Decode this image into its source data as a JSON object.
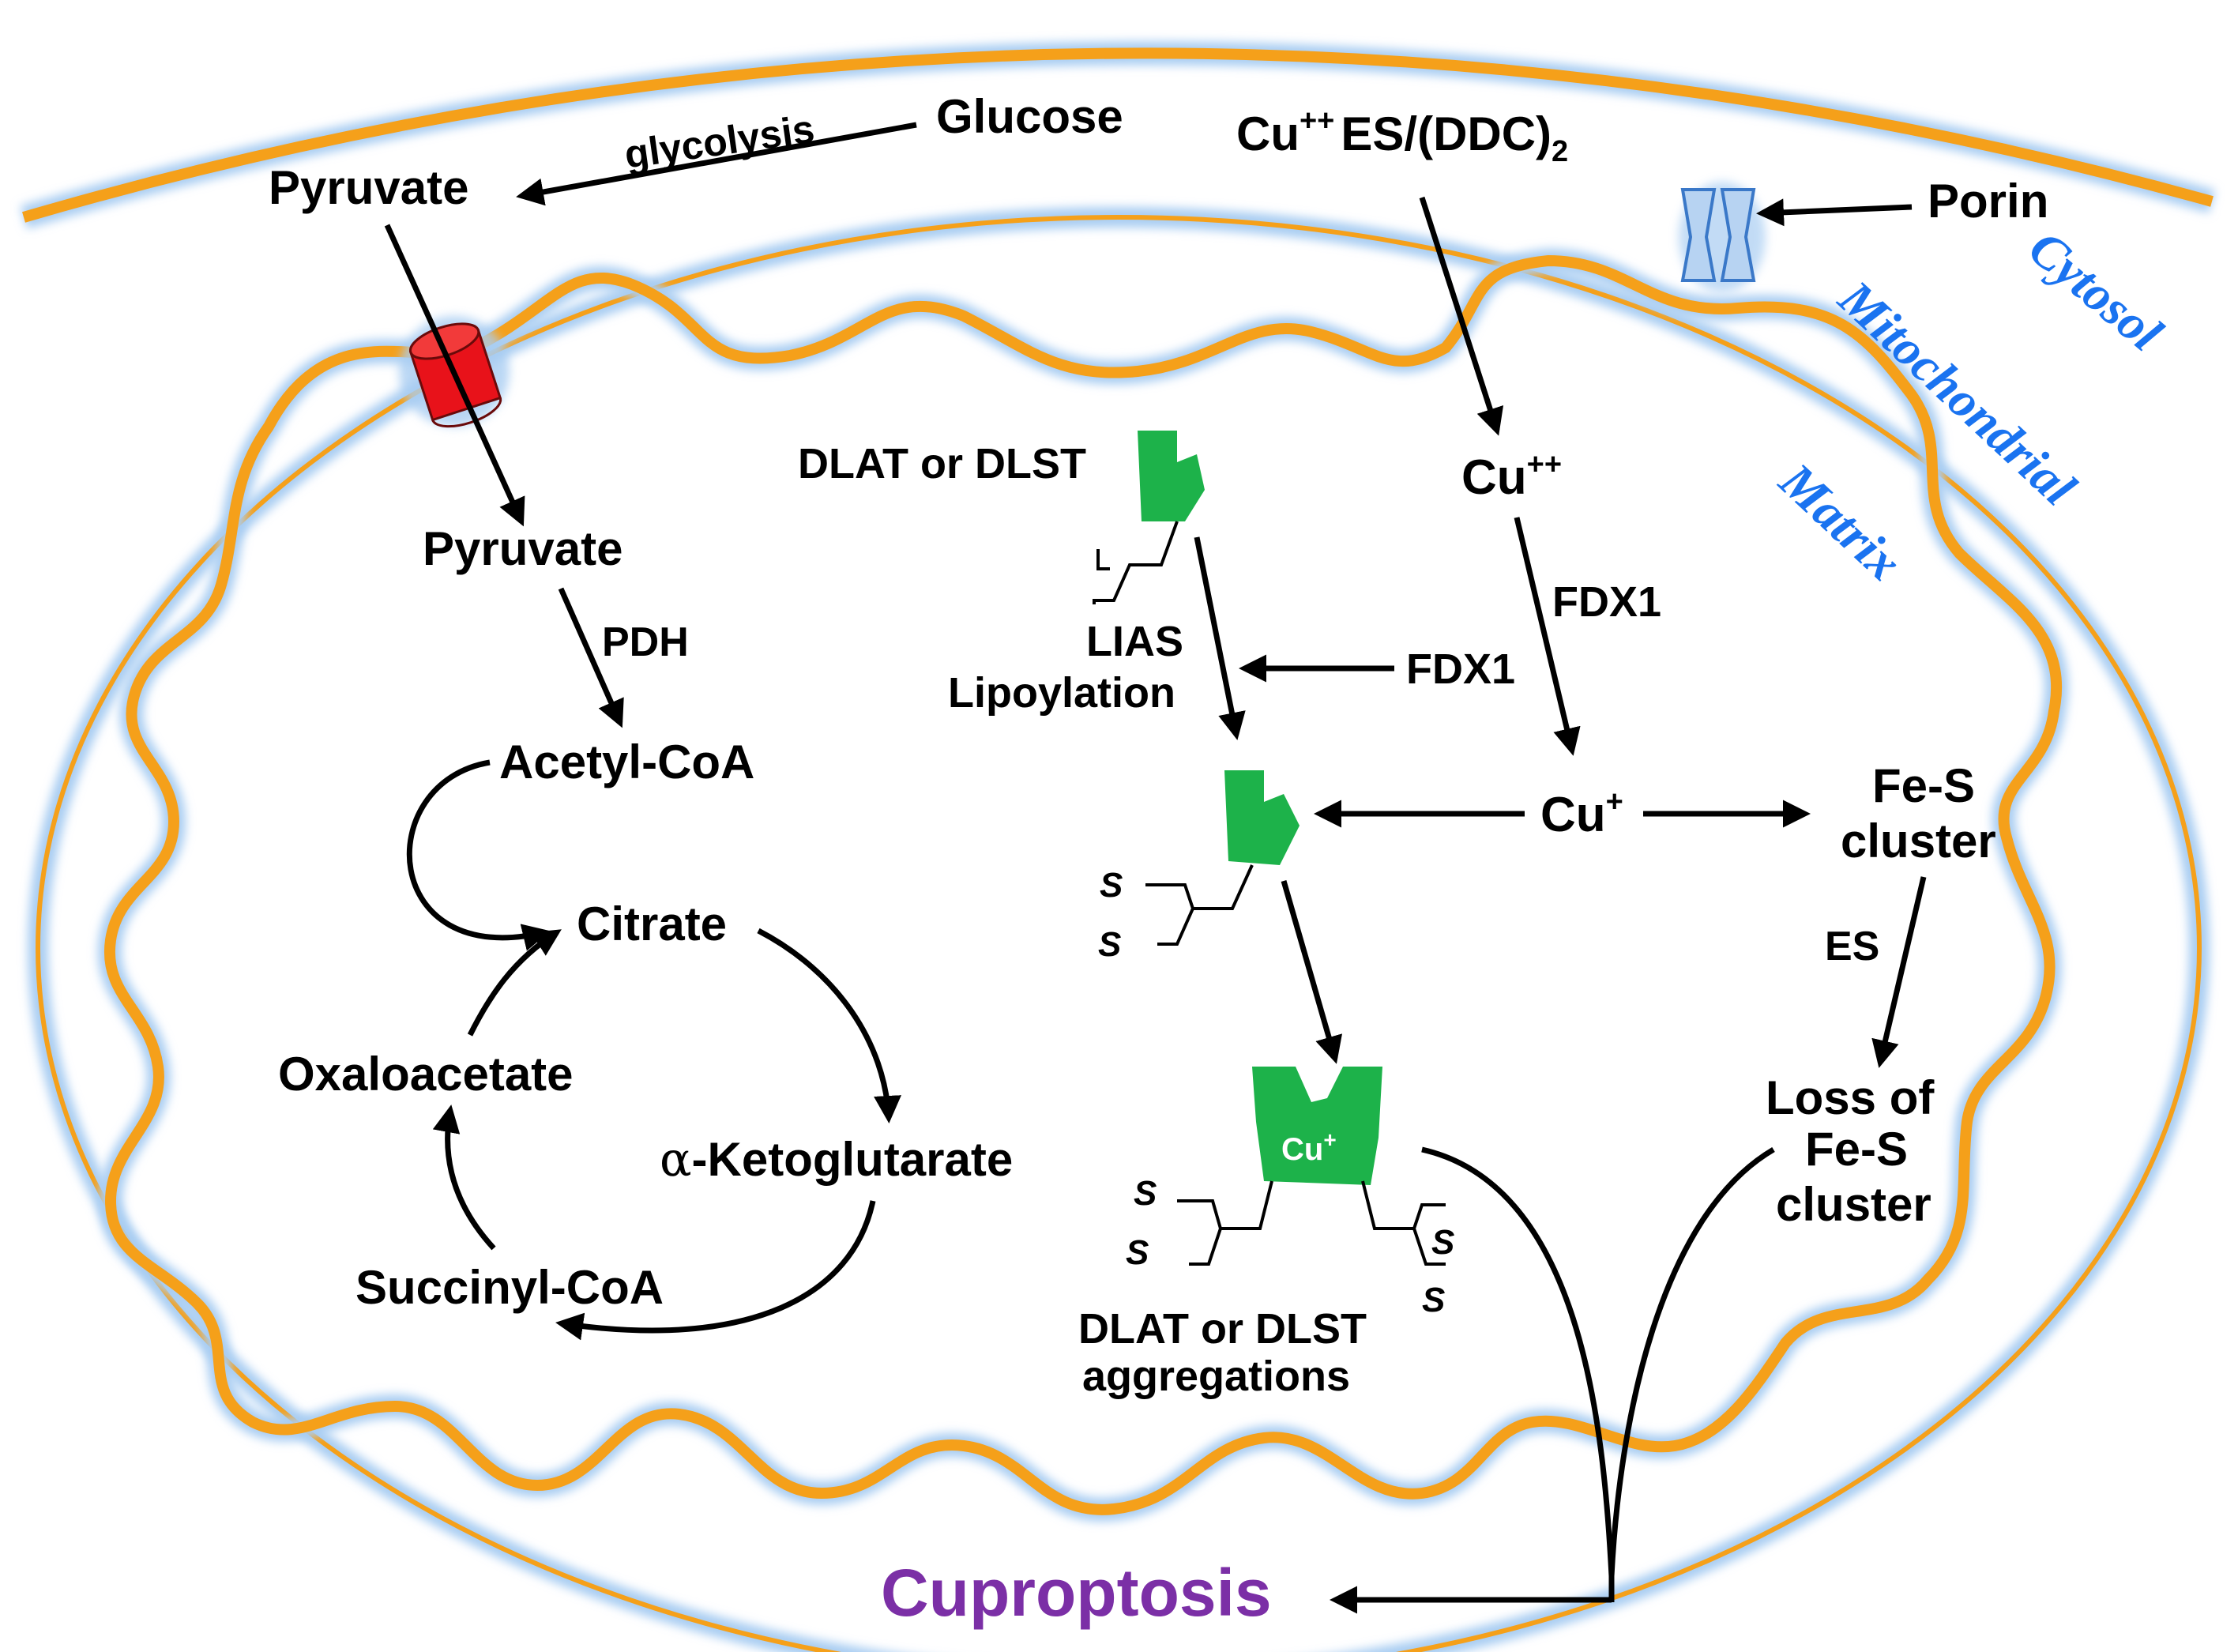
{
  "labels": {
    "glycolysis": "glycolysis",
    "glucose": "Glucose",
    "pyruvate_cytosol": "Pyruvate",
    "cu_es": "Cu",
    "cu_es_sup": "++",
    "es_ddc": "ES/(DDC)",
    "es_ddc_sub": "2",
    "porin": "Porin",
    "cytosol": "Cytosol",
    "mito_1": "Mitochondrial",
    "mito_2": "Matrix",
    "pyruvate_matrix": "Pyruvate",
    "pdh": "PDH",
    "acetyl_coa": "Acetyl-CoA",
    "citrate": "Citrate",
    "oxaloacetate": "Oxaloacetate",
    "aketo_alpha": "α",
    "aketo_rest": "-Ketoglutarate",
    "succinyl_coa": "Succinyl-CoA",
    "dlat_top": "DLAT or DLST",
    "lias": "LIAS",
    "lipoylation": "Lipoylation",
    "fdx1_left": "FDX1",
    "fdx1_right": "FDX1",
    "cu2": "Cu",
    "cu2_sup": "++",
    "cu1": "Cu",
    "cu1_sup": "+",
    "fes_1": "Fe-S",
    "fes_2": "cluster",
    "es": "ES",
    "loss_1": "Loss of",
    "loss_2": "Fe-S",
    "loss_3": "cluster",
    "s1": "S",
    "s2": "S",
    "s3": "S",
    "s4": "S",
    "s5": "S",
    "s6": "S",
    "cu_in_protein": "Cu",
    "cu_in_protein_sup": "+",
    "agg_1": "DLAT or DLST",
    "agg_2": "aggregations",
    "cuproptosis": "Cuproptosis"
  },
  "colors": {
    "membrane": "#f5a01a",
    "membrane_glow": "#a9cdf2",
    "protein": "#1db24a",
    "transporter": "#e8121a",
    "porin": "#b7d3f2",
    "blue_text": "#1a73f0",
    "purple_text": "#7b2fa6"
  }
}
